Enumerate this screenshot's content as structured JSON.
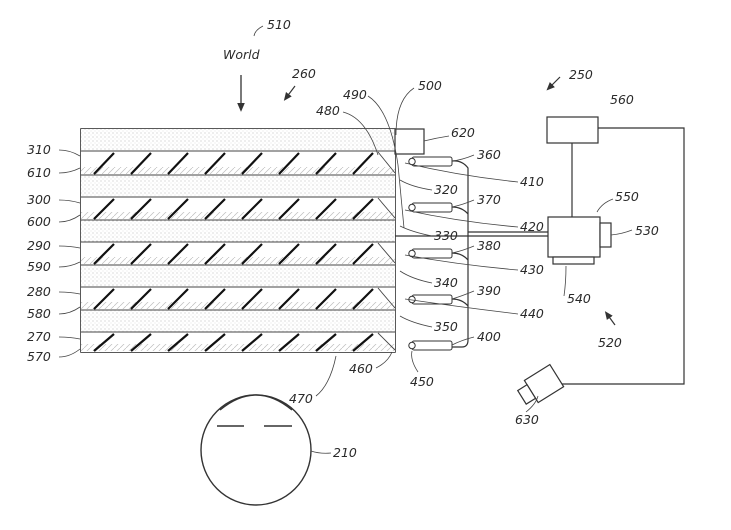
{
  "labels": {
    "world": "World",
    "n510": "510",
    "n260": "260",
    "n250": "250",
    "n560": "560",
    "n490": "490",
    "n500": "500",
    "n480": "480",
    "n620": "620",
    "n310": "310",
    "n610": "610",
    "n300": "300",
    "n600": "600",
    "n290": "290",
    "n590": "590",
    "n280": "280",
    "n580": "580",
    "n270": "270",
    "n570": "570",
    "n360": "360",
    "n370": "370",
    "n380": "380",
    "n390": "390",
    "n400": "400",
    "n410": "410",
    "n420": "420",
    "n430": "430",
    "n440": "440",
    "n320": "320",
    "n330": "330",
    "n340": "340",
    "n350": "350",
    "n450": "450",
    "n460": "460",
    "n470": "470",
    "n550": "550",
    "n530": "530",
    "n540": "540",
    "n520": "520",
    "n630": "630",
    "n210": "210"
  }
}
